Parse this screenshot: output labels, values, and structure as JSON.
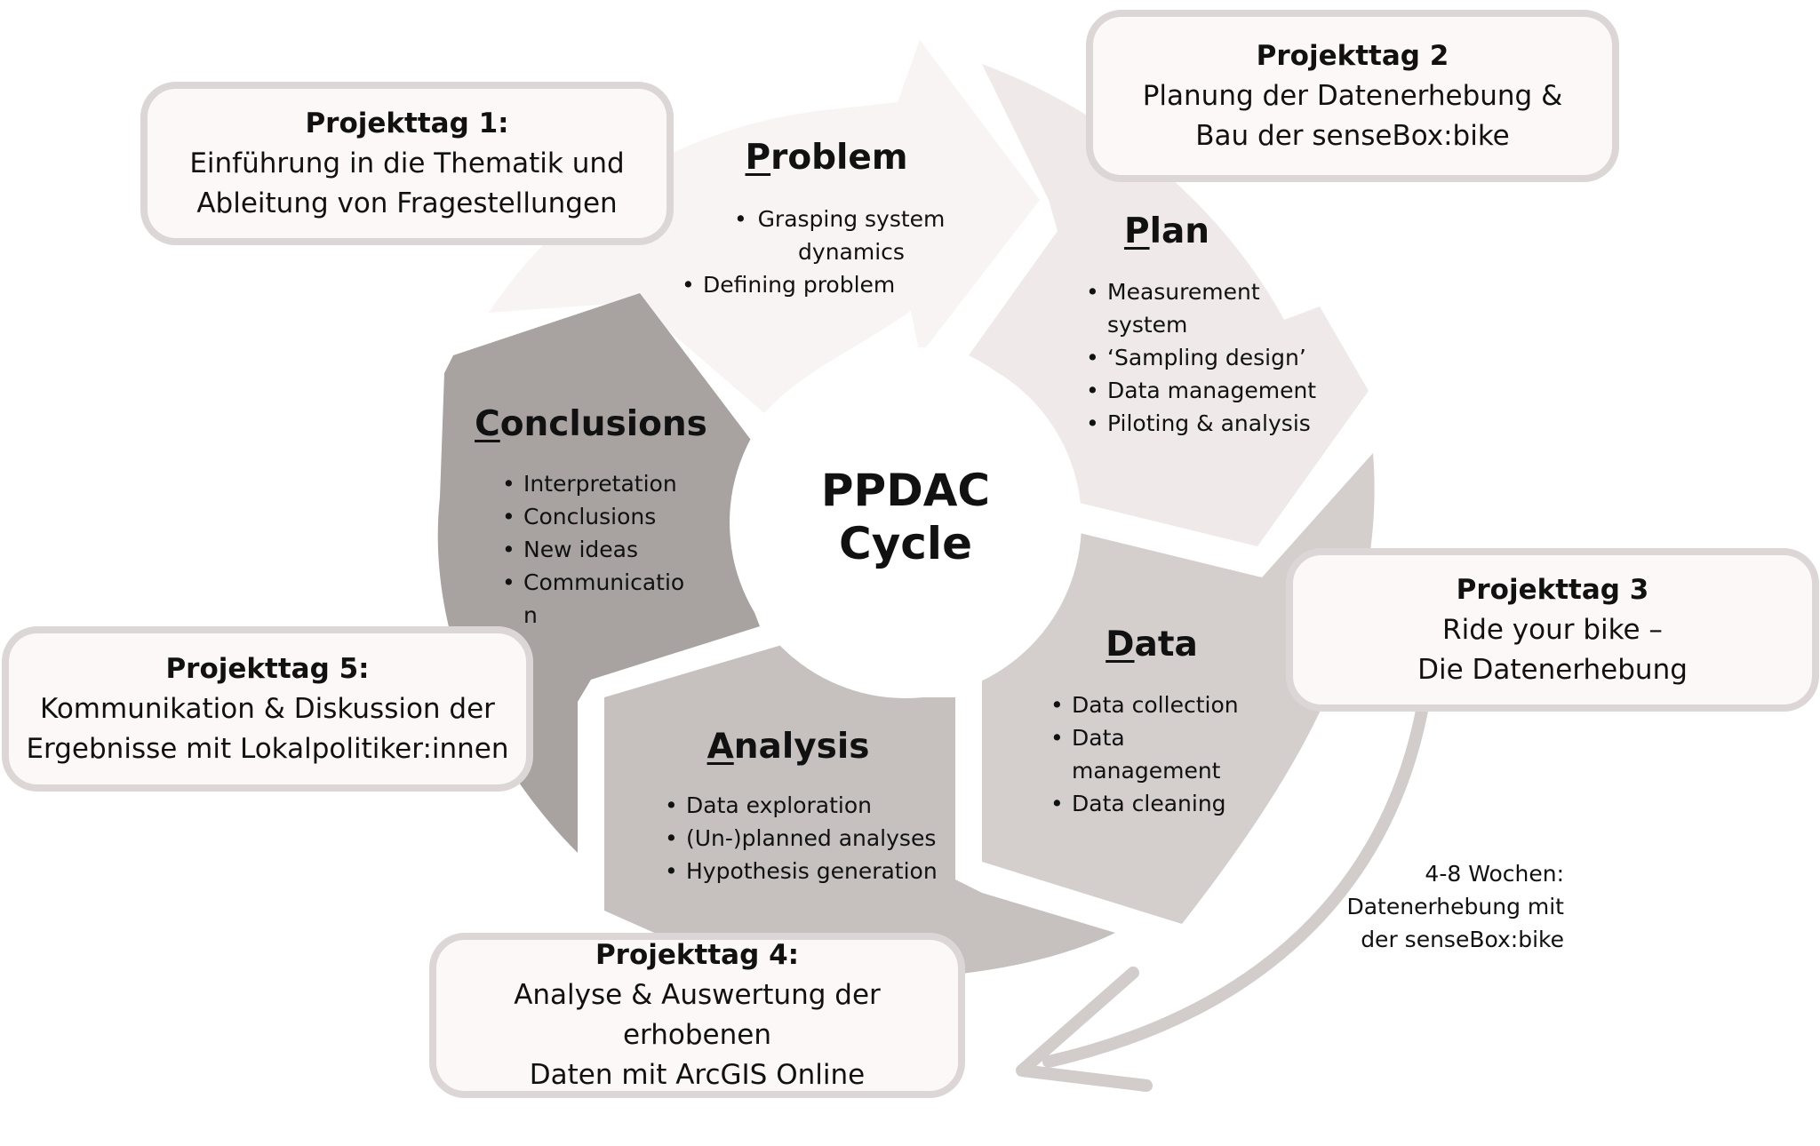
{
  "center": {
    "line1": "PPDAC",
    "line2": "Cycle"
  },
  "segments": {
    "problem": {
      "title_first": "P",
      "title_rest": "roblem",
      "bullets": [
        "Grasping system dynamics",
        "Defining problem"
      ],
      "color": "#f8f4f3"
    },
    "plan": {
      "title_first": "P",
      "title_rest": "lan",
      "bullets": [
        "Measurement system",
        "‘Sampling design’",
        "Data management",
        "Piloting & analysis"
      ],
      "color": "#efe9e9"
    },
    "data": {
      "title_first": "D",
      "title_rest": "ata",
      "bullets": [
        "Data collection",
        "Data management",
        "Data cleaning"
      ],
      "color": "#d4cecd"
    },
    "analysis": {
      "title_first": "A",
      "title_rest": "nalysis",
      "bullets": [
        "Data exploration",
        "(Un-)planned analyses",
        "Hypothesis generation"
      ],
      "color": "#c6c0bf"
    },
    "conclusions": {
      "title_first": "C",
      "title_rest": "onclusions",
      "bullets": [
        "Interpretation",
        "Conclusions",
        "New ideas",
        "Communicatio n"
      ],
      "color": "#a8a2a1"
    }
  },
  "project_days": {
    "day1": {
      "title": "Projekttag 1:",
      "line1": "Einführung in die Thematik und",
      "line2": "Ableitung von Fragestellungen"
    },
    "day2": {
      "title": "Projekttag 2",
      "line1": "Planung der Datenerhebung &",
      "line2": "Bau der senseBox:bike"
    },
    "day3": {
      "title": "Projekttag 3",
      "line1": "Ride your bike –",
      "line2": "Die Datenerhebung"
    },
    "day4": {
      "title": "Projekttag 4:",
      "line1": "Analyse & Auswertung der erhobenen",
      "line2": "Daten mit ArcGIS Online"
    },
    "day5": {
      "title": "Projekttag 5:",
      "line1": "Kommunikation & Diskussion der",
      "line2": "Ergebnisse mit Lokalpolitiker:innen"
    }
  },
  "duration_note": {
    "line1": "4-8 Wochen:",
    "line2": "Datenerhebung mit",
    "line3": "der senseBox:bike"
  },
  "colors": {
    "box_border": "#dcd7d6",
    "box_fill": "#fcf8f7",
    "arrow": "#d2cccb",
    "text": "#111111"
  }
}
